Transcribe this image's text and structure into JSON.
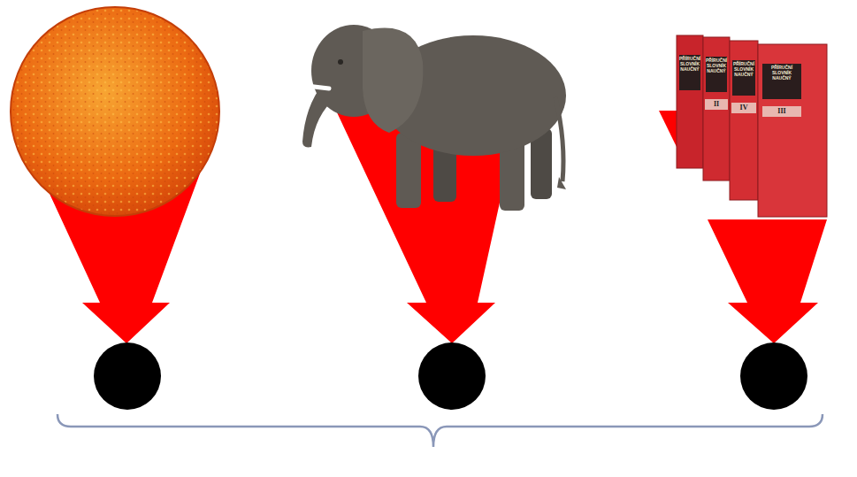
{
  "diagram": {
    "labels": [
      "PŘÍRUČNÍ SLOVNÍK NAUČNÝ",
      "PŘÍRUČNÍ SLOVNÍK NAUČNÝ",
      "II",
      "PŘÍRUČNÍ SLOVNÍK NAUČNÝ",
      "IV",
      "PŘÍRUČNÍ SLOVNÍK NAUČNÝ",
      "III"
    ]
  }
}
